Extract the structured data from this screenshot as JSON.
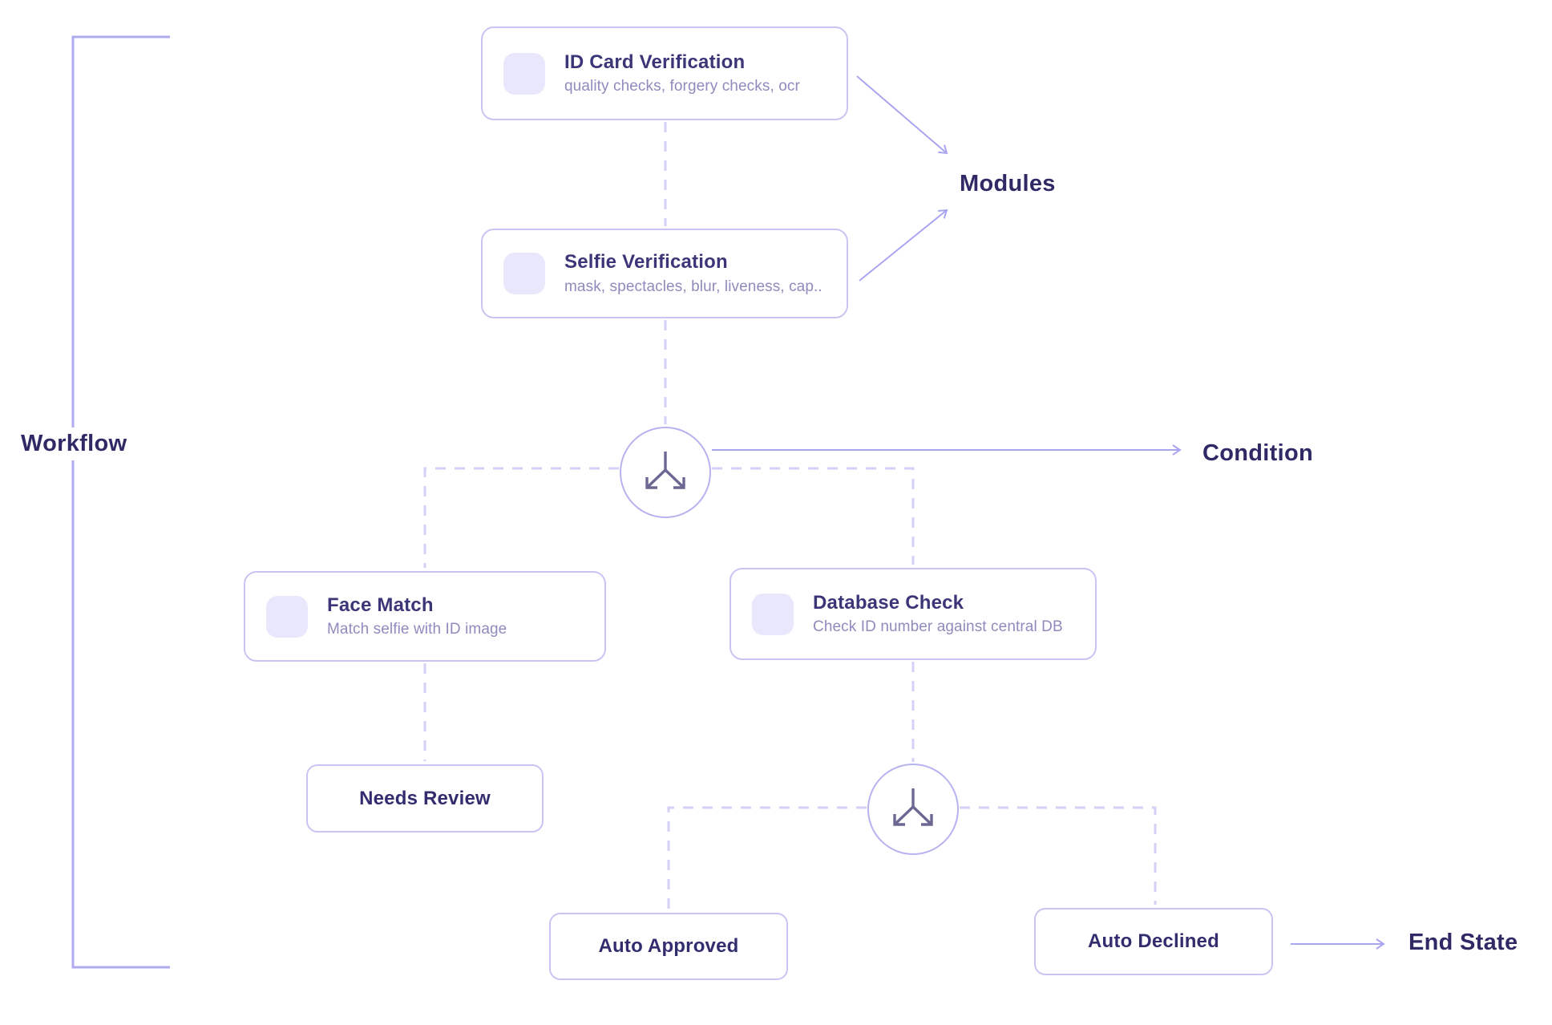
{
  "labels": {
    "workflow": "Workflow",
    "modules": "Modules",
    "condition": "Condition",
    "end_state": "End State"
  },
  "nodes": {
    "id_card": {
      "title": "ID Card Verification",
      "subtitle": "quality checks, forgery checks, ocr"
    },
    "selfie": {
      "title": "Selfie Verification",
      "subtitle": "mask, spectacles, blur, liveness, cap.."
    },
    "face_match": {
      "title": "Face Match",
      "subtitle": "Match selfie with ID image"
    },
    "database_check": {
      "title": "Database Check",
      "subtitle": "Check ID number against central DB"
    },
    "needs_review": {
      "label": "Needs Review"
    },
    "auto_approved": {
      "label": "Auto Approved"
    },
    "auto_declined": {
      "label": "Auto Declined"
    }
  },
  "icons": {
    "module_placeholder": "rounded-square-placeholder",
    "condition_node": "branch-split-icon"
  },
  "colors": {
    "title_text": "#3b3677",
    "label_text": "#2f2a66",
    "subtitle_text": "#8f8bbd",
    "card_border": "#c9c5f3",
    "icon_placeholder_bg": "#e9e7fb",
    "dashed_connector": "#d3d1f6",
    "solid_arrow": "#a9a5f0",
    "circle_border": "#b7b3f0",
    "branch_icon": "#6b6892",
    "bracket_line": "#aeabf0",
    "background": "#ffffff"
  }
}
